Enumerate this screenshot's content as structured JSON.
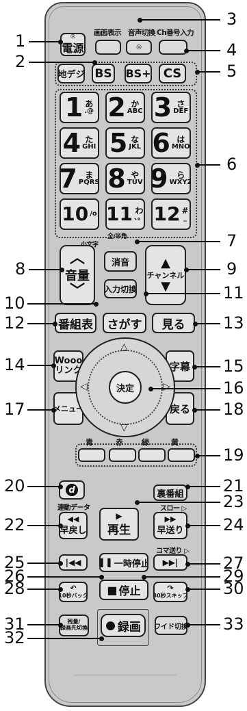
{
  "buttons": {
    "power": "電源",
    "screen_display": "画面表示",
    "audio_switch": "音声切換",
    "ch_number_input": "Ch番号入力",
    "digital": "地デジ",
    "bs": "BS",
    "bs_plus": "BS+",
    "cs": "CS",
    "numbers": [
      {
        "num": "1",
        "kana": "あ",
        "latin": ".@"
      },
      {
        "num": "2",
        "kana": "か",
        "latin": "ABC"
      },
      {
        "num": "3",
        "kana": "さ",
        "latin": "DEF"
      },
      {
        "num": "4",
        "kana": "た",
        "latin": "GHI"
      },
      {
        "num": "5",
        "kana": "な",
        "latin": "JKL"
      },
      {
        "num": "6",
        "kana": "は",
        "latin": "MNO"
      },
      {
        "num": "7",
        "kana": "ま",
        "latin": "PQRS"
      },
      {
        "num": "8",
        "kana": "や",
        "latin": "TUV"
      },
      {
        "num": "9",
        "kana": "ら",
        "latin": "WXYZ"
      },
      {
        "num": "10",
        "kana": "",
        "latin": "/o"
      },
      {
        "num": "11",
        "kana": "わ",
        "latin": "、。"
      },
      {
        "num": "12",
        "kana": "#",
        "latin": "_"
      }
    ],
    "small_char": "小文字",
    "full_width": "全/半角",
    "volume": "音量",
    "mute": "消音",
    "channel": "チャンネル",
    "input_switch": "入力切換",
    "program_guide": "番組表",
    "search": "さがす",
    "watch": "見る",
    "wooo_link_1": "Wooo",
    "wooo_link_2": "リンク",
    "subtitles": "字幕",
    "enter": "決定",
    "menu": "メニュー",
    "back": "戻る",
    "colors": {
      "blue": "青",
      "red": "赤",
      "green": "緑",
      "yellow": "黄"
    },
    "d_button": "d",
    "d_caption": "連動データ",
    "ura_bangumi": "裏番組",
    "slow": "スロー",
    "rewind": "早戻し",
    "play": "再生",
    "fast_forward": "早送り",
    "frame_advance": "コマ送り",
    "pause": "一時停止",
    "back_10": "10秒バック",
    "stop": "停止",
    "skip_30": "30秒スキップ",
    "remaining": "残量/",
    "dest_switch": "録画先切換",
    "record": "録画",
    "wide_switch": "ワイド切換"
  },
  "callouts": {
    "left": [
      "1",
      "2",
      "8",
      "10",
      "12",
      "14",
      "17",
      "20",
      "22",
      "25",
      "26",
      "28",
      "31",
      "32"
    ],
    "right": [
      "3",
      "4",
      "5",
      "6",
      "7",
      "9",
      "11",
      "13",
      "15",
      "16",
      "18",
      "19",
      "21",
      "23",
      "24",
      "27",
      "29",
      "30",
      "33"
    ]
  },
  "colors": {
    "body": "#c9c9c9",
    "button": "#e4e4e4",
    "outline": "#222222"
  }
}
